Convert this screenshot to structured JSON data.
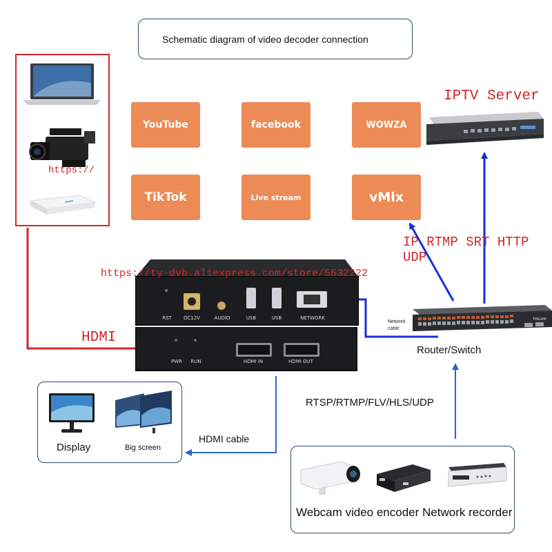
{
  "title": "Schematic diagram of video decoder connection",
  "watermark_url": "https://ty-dvb.aliexpress.com/store/5632222",
  "watermark_short": "https://",
  "platforms": [
    "YouTube",
    "facebook",
    "WOWZA",
    "TikTok",
    "Live stream",
    "vMix"
  ],
  "iptv_server": "IPTV Server",
  "protocols_top": "IP RTMP SRT HTTP UDP",
  "hdmi_label": "HDMI",
  "decoder_back_ports": [
    "RST",
    "DC12V",
    "AUDIO",
    "USB",
    "USB",
    "NETWORK"
  ],
  "decoder_front_ports": [
    "PWR",
    "RUN",
    "HDMI IN",
    "HDMI OUT"
  ],
  "network_cable": "Network cable",
  "router_label": "Router/Switch",
  "router_brand": "TiNGAM",
  "protocols_bottom": "RTSP/RTMP/FLV/HLS/UDP",
  "hdmi_cable": "HDMI cable",
  "display_label": "Display",
  "big_screen_label": "Big screen",
  "sources_bottom_caption": "Webcam video encoder Network recorder",
  "colors": {
    "accent_blue": "#1a2fd6",
    "accent_red": "#d0262a",
    "tile_orange": "#ec8b56"
  }
}
